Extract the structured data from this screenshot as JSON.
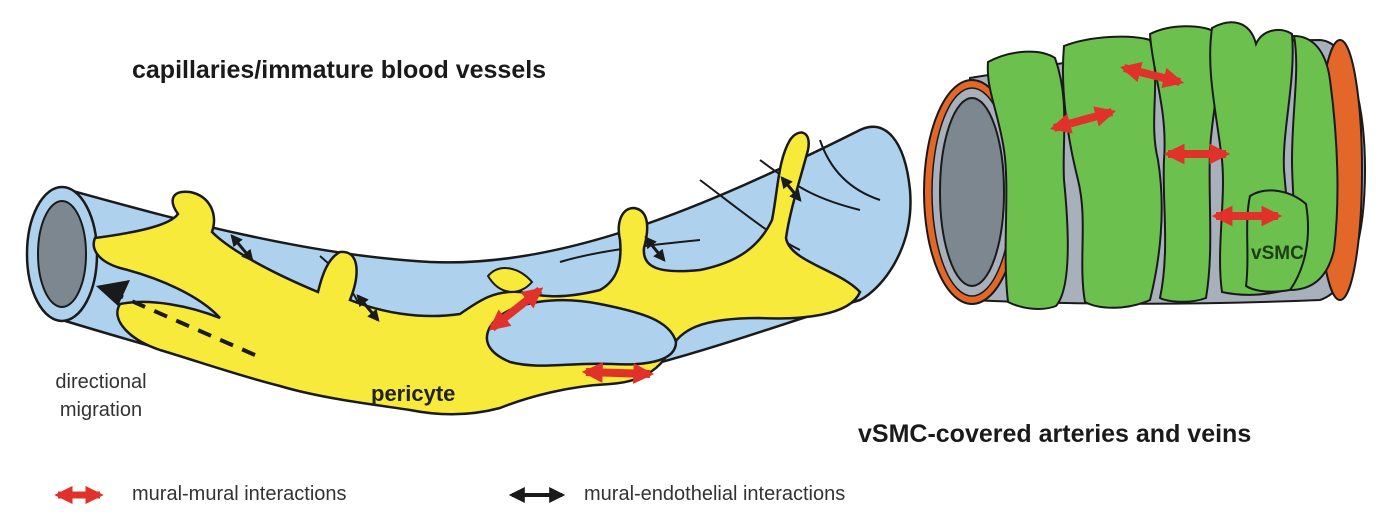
{
  "labels": {
    "title_left": "capillaries/immature blood vessels",
    "title_right": "vSMC-covered arteries and veins",
    "directional_migration": "directional migration",
    "pericyte": "pericyte",
    "vsmc": "vSMC"
  },
  "legend": [
    {
      "text": "mural-mural interactions",
      "color": "#e0322a"
    },
    {
      "text": "mural-endothelial interactions",
      "color": "#1a1a1a"
    }
  ],
  "colors": {
    "endothelium": "#aed2ee",
    "lumen": "#7d8790",
    "pericyte": "#f8ea3a",
    "vsmc": "#6cc04e",
    "vessel_rim": "#e4672a",
    "mural_arrow": "#e0322a",
    "endothelial_arrow": "#1a1a1a"
  }
}
